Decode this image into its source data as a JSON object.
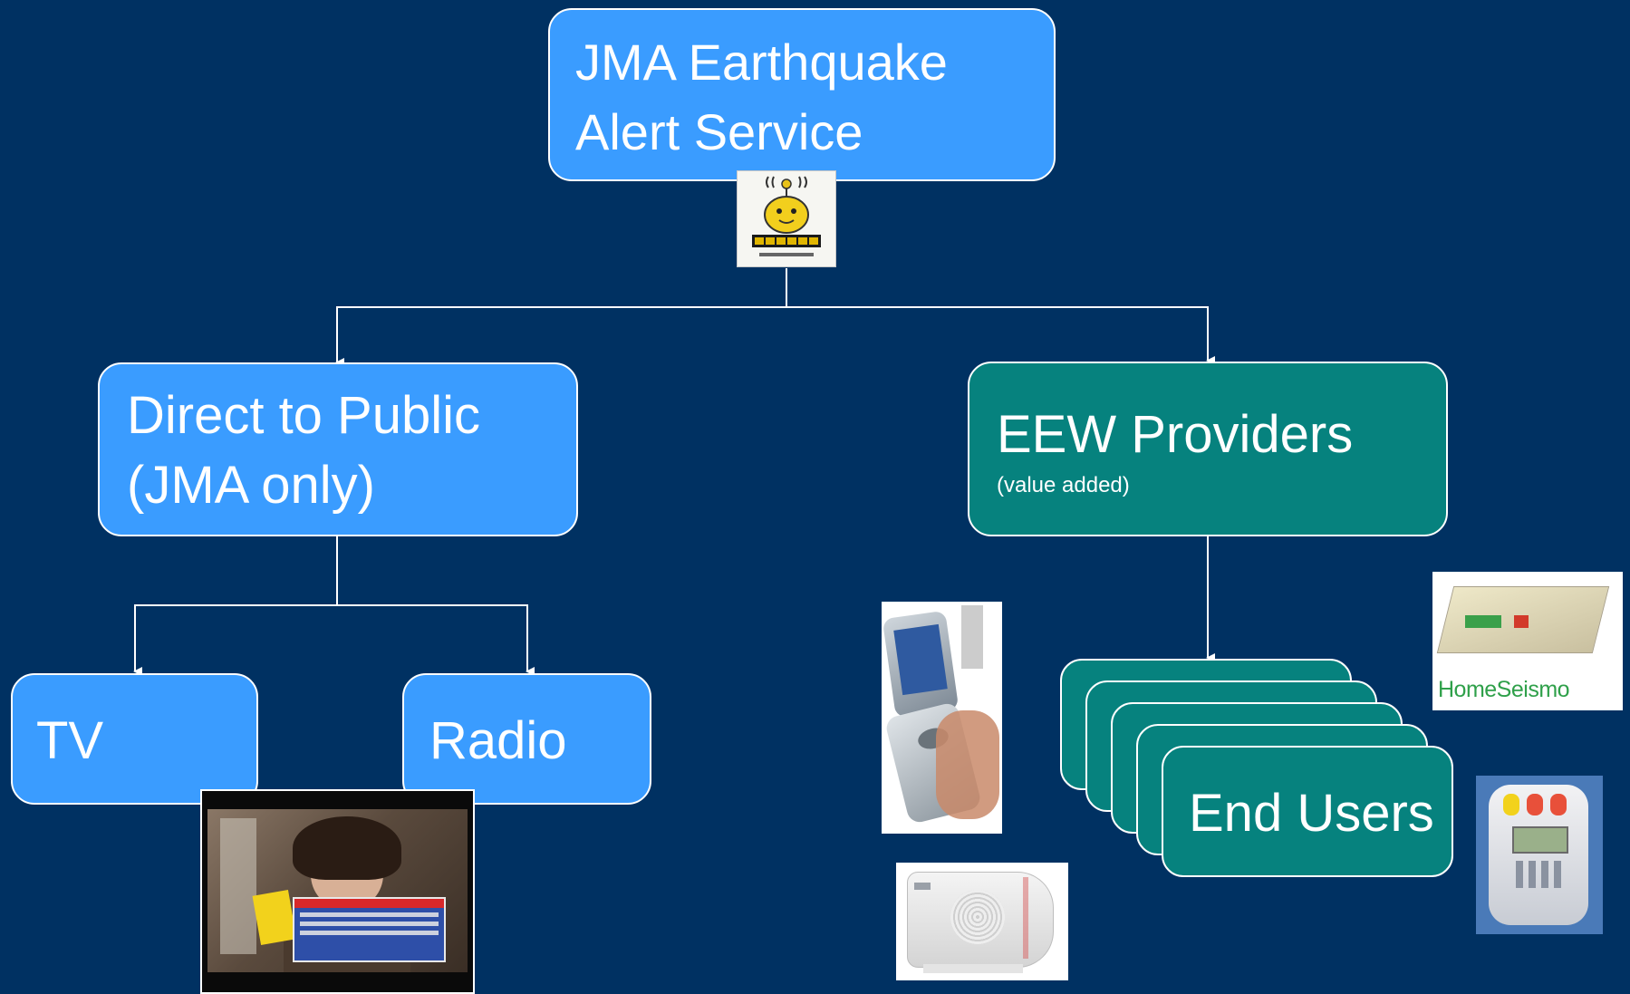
{
  "root": {
    "line1": "JMA Earthquake",
    "line2": "Alert Service"
  },
  "public": {
    "line1": "Direct to Public",
    "line2": "(JMA only)"
  },
  "providers": {
    "title": "EEW Providers",
    "subtitle": "(value added)"
  },
  "tv": {
    "label": "TV"
  },
  "radio": {
    "label": "Radio"
  },
  "end_users": {
    "label": "End Users"
  },
  "device_home": {
    "brand": "HomeSeismo"
  },
  "colors": {
    "background": "#003162",
    "blue_box": "#3a9cff",
    "teal_box": "#06827e",
    "connector": "#ffffff"
  },
  "icons": [
    "alert-mascot-icon",
    "tv-broadcast-photo",
    "flip-phone-photo",
    "alarm-device-photo",
    "homeseismo-device-photo",
    "seismometer-device-photo"
  ]
}
